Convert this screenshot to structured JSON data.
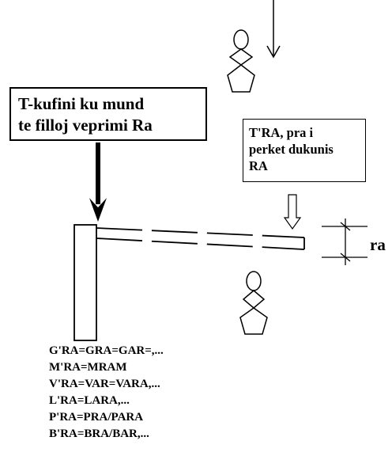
{
  "annotations": {
    "main_box": [
      "T-kufini ku mund",
      "te filloj veprimi Ra"
    ],
    "tra_box": [
      "T'RA, pra i",
      "perket dukunis",
      "RA"
    ],
    "ra_label": "ra"
  },
  "formulas": [
    "G'RA=GRA=GAR=,...",
    "M'RA=MRAM",
    "V'RA=VAR=VARA,...",
    "L'RA=LARA,...",
    "P'RA=PRA/PARA",
    "B'RA=BRA/BAR,..."
  ],
  "figures": [
    {
      "name": "figure-top",
      "description_icon": "stick-figure-icon"
    },
    {
      "name": "figure-bottom",
      "description_icon": "stick-figure-icon"
    }
  ]
}
